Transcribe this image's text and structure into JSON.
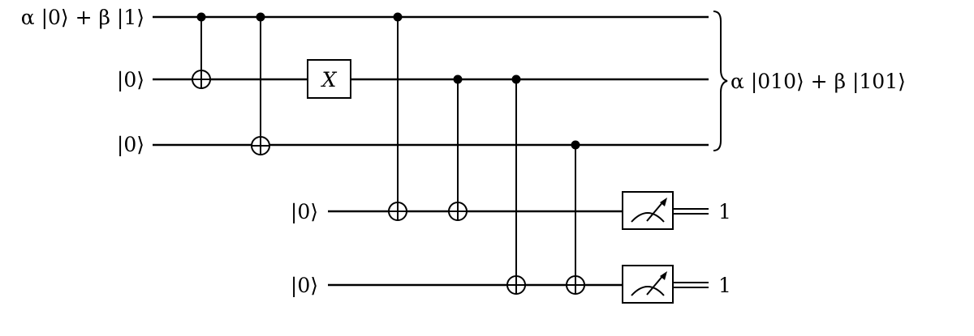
{
  "circuit": {
    "input_labels": [
      "α |0⟩ + β |1⟩",
      "|0⟩",
      "|0⟩",
      "|0⟩",
      "|0⟩"
    ],
    "gate_x_label": "X",
    "output_state": "α |010⟩ + β |101⟩",
    "measurement_results": [
      "1",
      "1"
    ]
  }
}
